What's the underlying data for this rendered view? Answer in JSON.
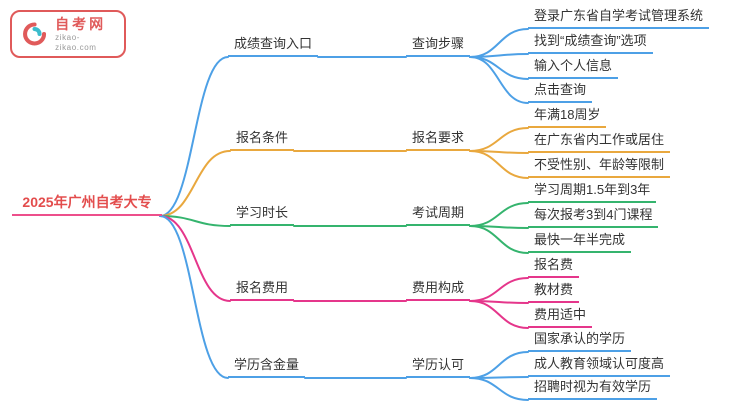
{
  "logo": {
    "site_name": "自考网",
    "site_url": "zikao-zikao.com",
    "primary_color": "#e05a5a",
    "accent_color": "#3bbccc"
  },
  "root": {
    "label": "2025年广州自考大专",
    "text_color": "#e34d4d",
    "line_color": "#ed4f8b"
  },
  "branches": [
    {
      "label": "成绩查询入口",
      "sub": "查询步骤",
      "color": "#4da0e6",
      "leaves": [
        "登录广东省自学考试管理系统",
        "找到“成绩查询”选项",
        "输入个人信息",
        "点击查询"
      ]
    },
    {
      "label": "报名条件",
      "sub": "报名要求",
      "color": "#e9a83e",
      "leaves": [
        "年满18周岁",
        "在广东省内工作或居住",
        "不受性别、年龄等限制"
      ]
    },
    {
      "label": "学习时长",
      "sub": "考试周期",
      "color": "#35b46e",
      "leaves": [
        "学习周期1.5年到3年",
        "每次报考3到4门课程",
        "最快一年半完成"
      ]
    },
    {
      "label": "报名费用",
      "sub": "费用构成",
      "color": "#e5368b",
      "leaves": [
        "报名费",
        "教材费",
        "费用适中"
      ]
    },
    {
      "label": "学历含金量",
      "sub": "学历认可",
      "color": "#4da0e6",
      "leaves": [
        "国家承认的学历",
        "成人教育领域认可度高",
        "招聘时视为有效学历"
      ]
    }
  ]
}
